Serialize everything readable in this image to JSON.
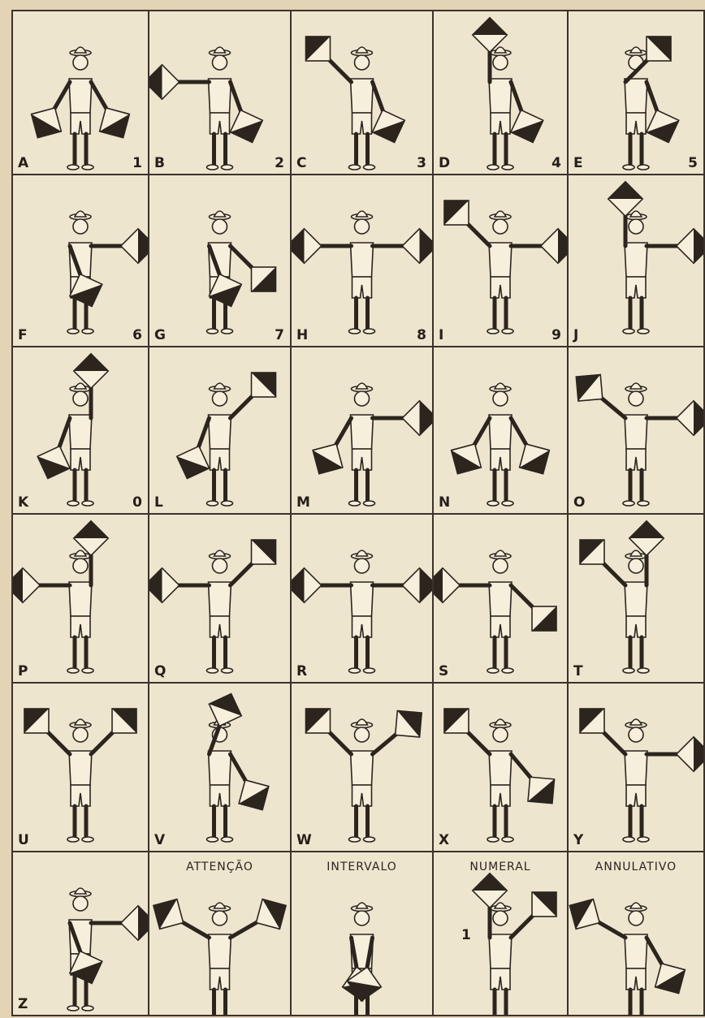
{
  "cells": [
    {
      "letter": "A",
      "number": "1",
      "caption": ""
    },
    {
      "letter": "B",
      "number": "2",
      "caption": ""
    },
    {
      "letter": "C",
      "number": "3",
      "caption": ""
    },
    {
      "letter": "D",
      "number": "4",
      "caption": ""
    },
    {
      "letter": "E",
      "number": "5",
      "caption": ""
    },
    {
      "letter": "F",
      "number": "6",
      "caption": ""
    },
    {
      "letter": "G",
      "number": "7",
      "caption": ""
    },
    {
      "letter": "H",
      "number": "8",
      "caption": ""
    },
    {
      "letter": "I",
      "number": "9",
      "caption": ""
    },
    {
      "letter": "J",
      "number": "",
      "caption": ""
    },
    {
      "letter": "K",
      "number": "0",
      "caption": ""
    },
    {
      "letter": "L",
      "number": "",
      "caption": ""
    },
    {
      "letter": "M",
      "number": "",
      "caption": ""
    },
    {
      "letter": "N",
      "number": "",
      "caption": ""
    },
    {
      "letter": "O",
      "number": "",
      "caption": ""
    },
    {
      "letter": "P",
      "number": "",
      "caption": ""
    },
    {
      "letter": "Q",
      "number": "",
      "caption": ""
    },
    {
      "letter": "R",
      "number": "",
      "caption": ""
    },
    {
      "letter": "S",
      "number": "",
      "caption": ""
    },
    {
      "letter": "T",
      "number": "",
      "caption": ""
    },
    {
      "letter": "U",
      "number": "",
      "caption": ""
    },
    {
      "letter": "V",
      "number": "",
      "caption": ""
    },
    {
      "letter": "W",
      "number": "",
      "caption": ""
    },
    {
      "letter": "X",
      "number": "",
      "caption": ""
    },
    {
      "letter": "Y",
      "number": "",
      "caption": ""
    },
    {
      "letter": "Z",
      "number": "",
      "caption": ""
    },
    {
      "letter": "",
      "number": "",
      "caption": "ATTENÇÃO"
    },
    {
      "letter": "",
      "number": "",
      "caption": "INTERVALO"
    },
    {
      "letter": "",
      "number": "",
      "caption": "NUMERAL",
      "mark": "1"
    },
    {
      "letter": "",
      "number": "",
      "caption": "ANNULATIVO"
    }
  ],
  "colors": {
    "ink": "#2b251e",
    "paper": "#eee5cf",
    "flag_dark": "#2b251e",
    "flag_light": "#f6efdc"
  }
}
